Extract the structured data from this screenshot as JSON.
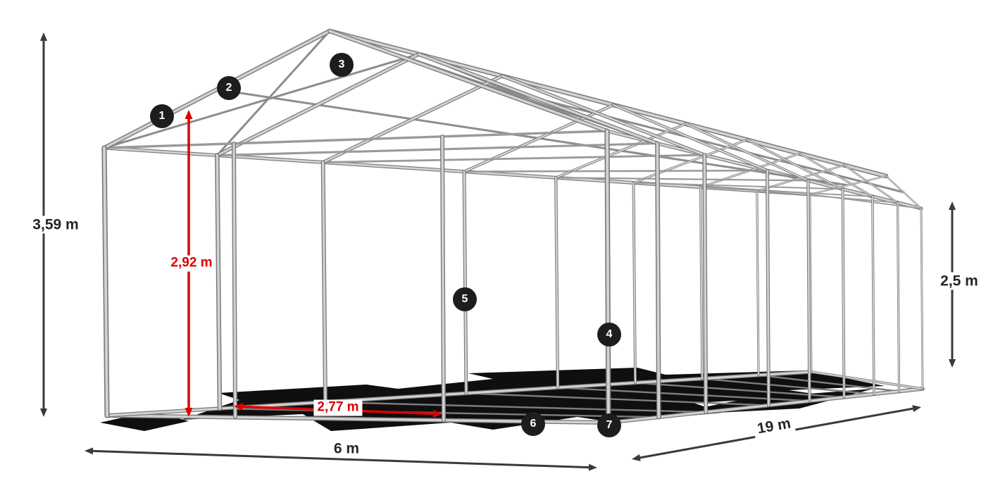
{
  "page": {
    "type": "product-frame-diagram",
    "subject": "Tent steel frame skeleton with dimension annotations",
    "background": "#ffffff"
  },
  "dimensions": {
    "total_height": "3,59 m",
    "inner_height": "2,92 m",
    "inner_width": "2,77 m",
    "width": "6 m",
    "length": "19 m",
    "side_height": "2,5 m"
  },
  "markers": [
    "1",
    "2",
    "3",
    "4",
    "5",
    "6",
    "7"
  ],
  "colors": {
    "frame_light": "#d2d2d2",
    "frame_dark": "#787878",
    "frame_mid": "#9a9a9a",
    "dimension_arrow": "#3a3a3a",
    "highlight_arrow": "#dd0000",
    "marker_bg": "#1d1d1d",
    "marker_text": "#ffffff",
    "shadow": "#0f0f0f"
  }
}
